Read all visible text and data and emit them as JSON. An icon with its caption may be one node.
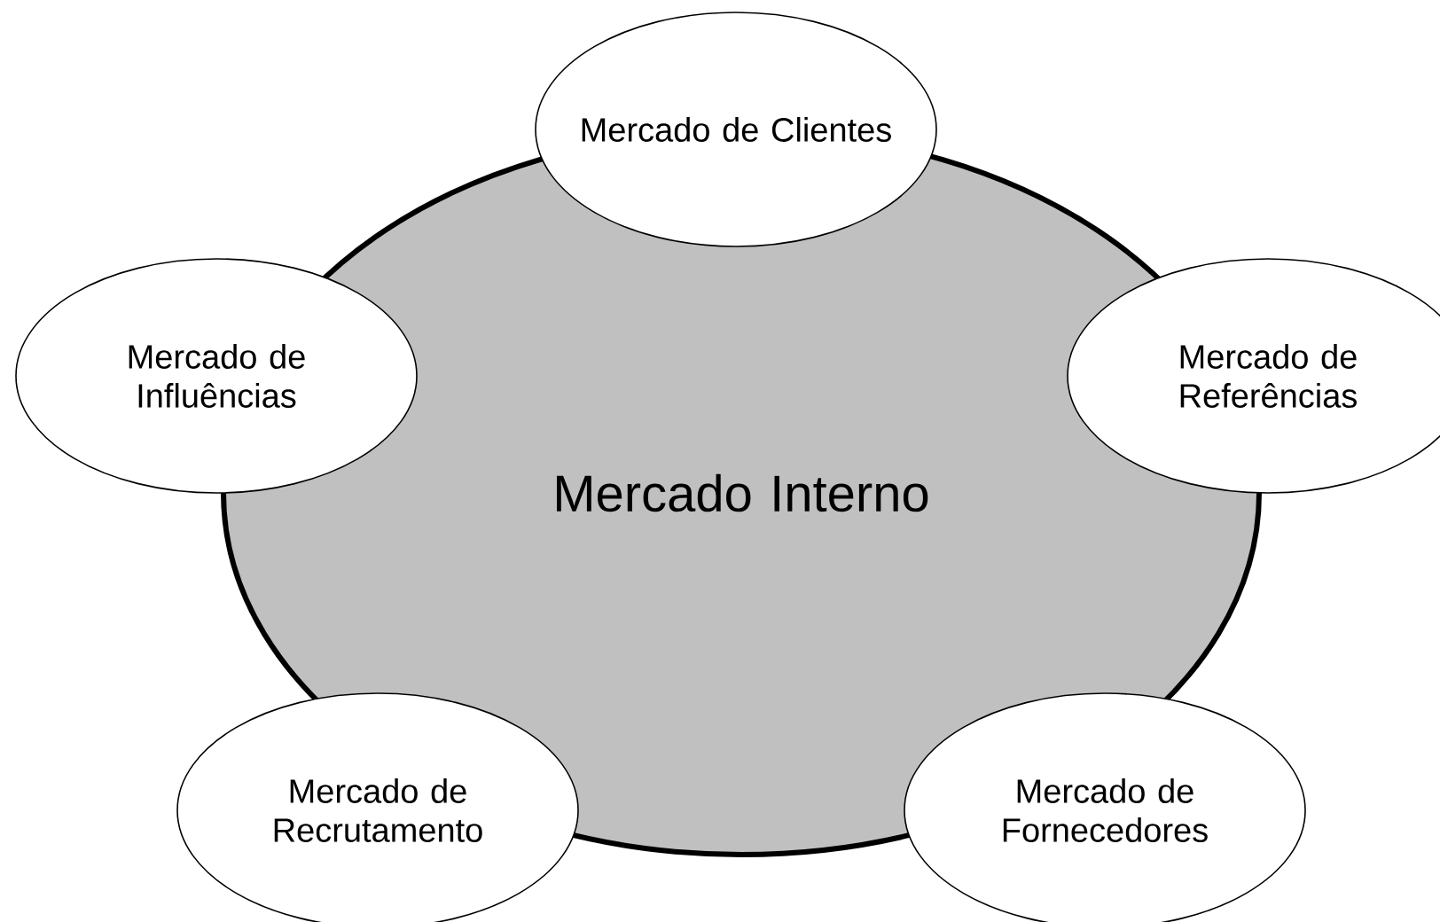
{
  "diagram": {
    "nodes": [
      {
        "text": [
          "Mercado Interno"
        ]
      },
      {
        "text": [
          "Mercado de Clientes"
        ]
      },
      {
        "text": [
          "Mercado de Influências"
        ]
      },
      {
        "text": [
          "Mercado de Referências"
        ]
      },
      {
        "text": [
          "Mercado de Recrutamento"
        ]
      },
      {
        "text": [
          "Mercado de Fornecedores"
        ]
      }
    ]
  }
}
